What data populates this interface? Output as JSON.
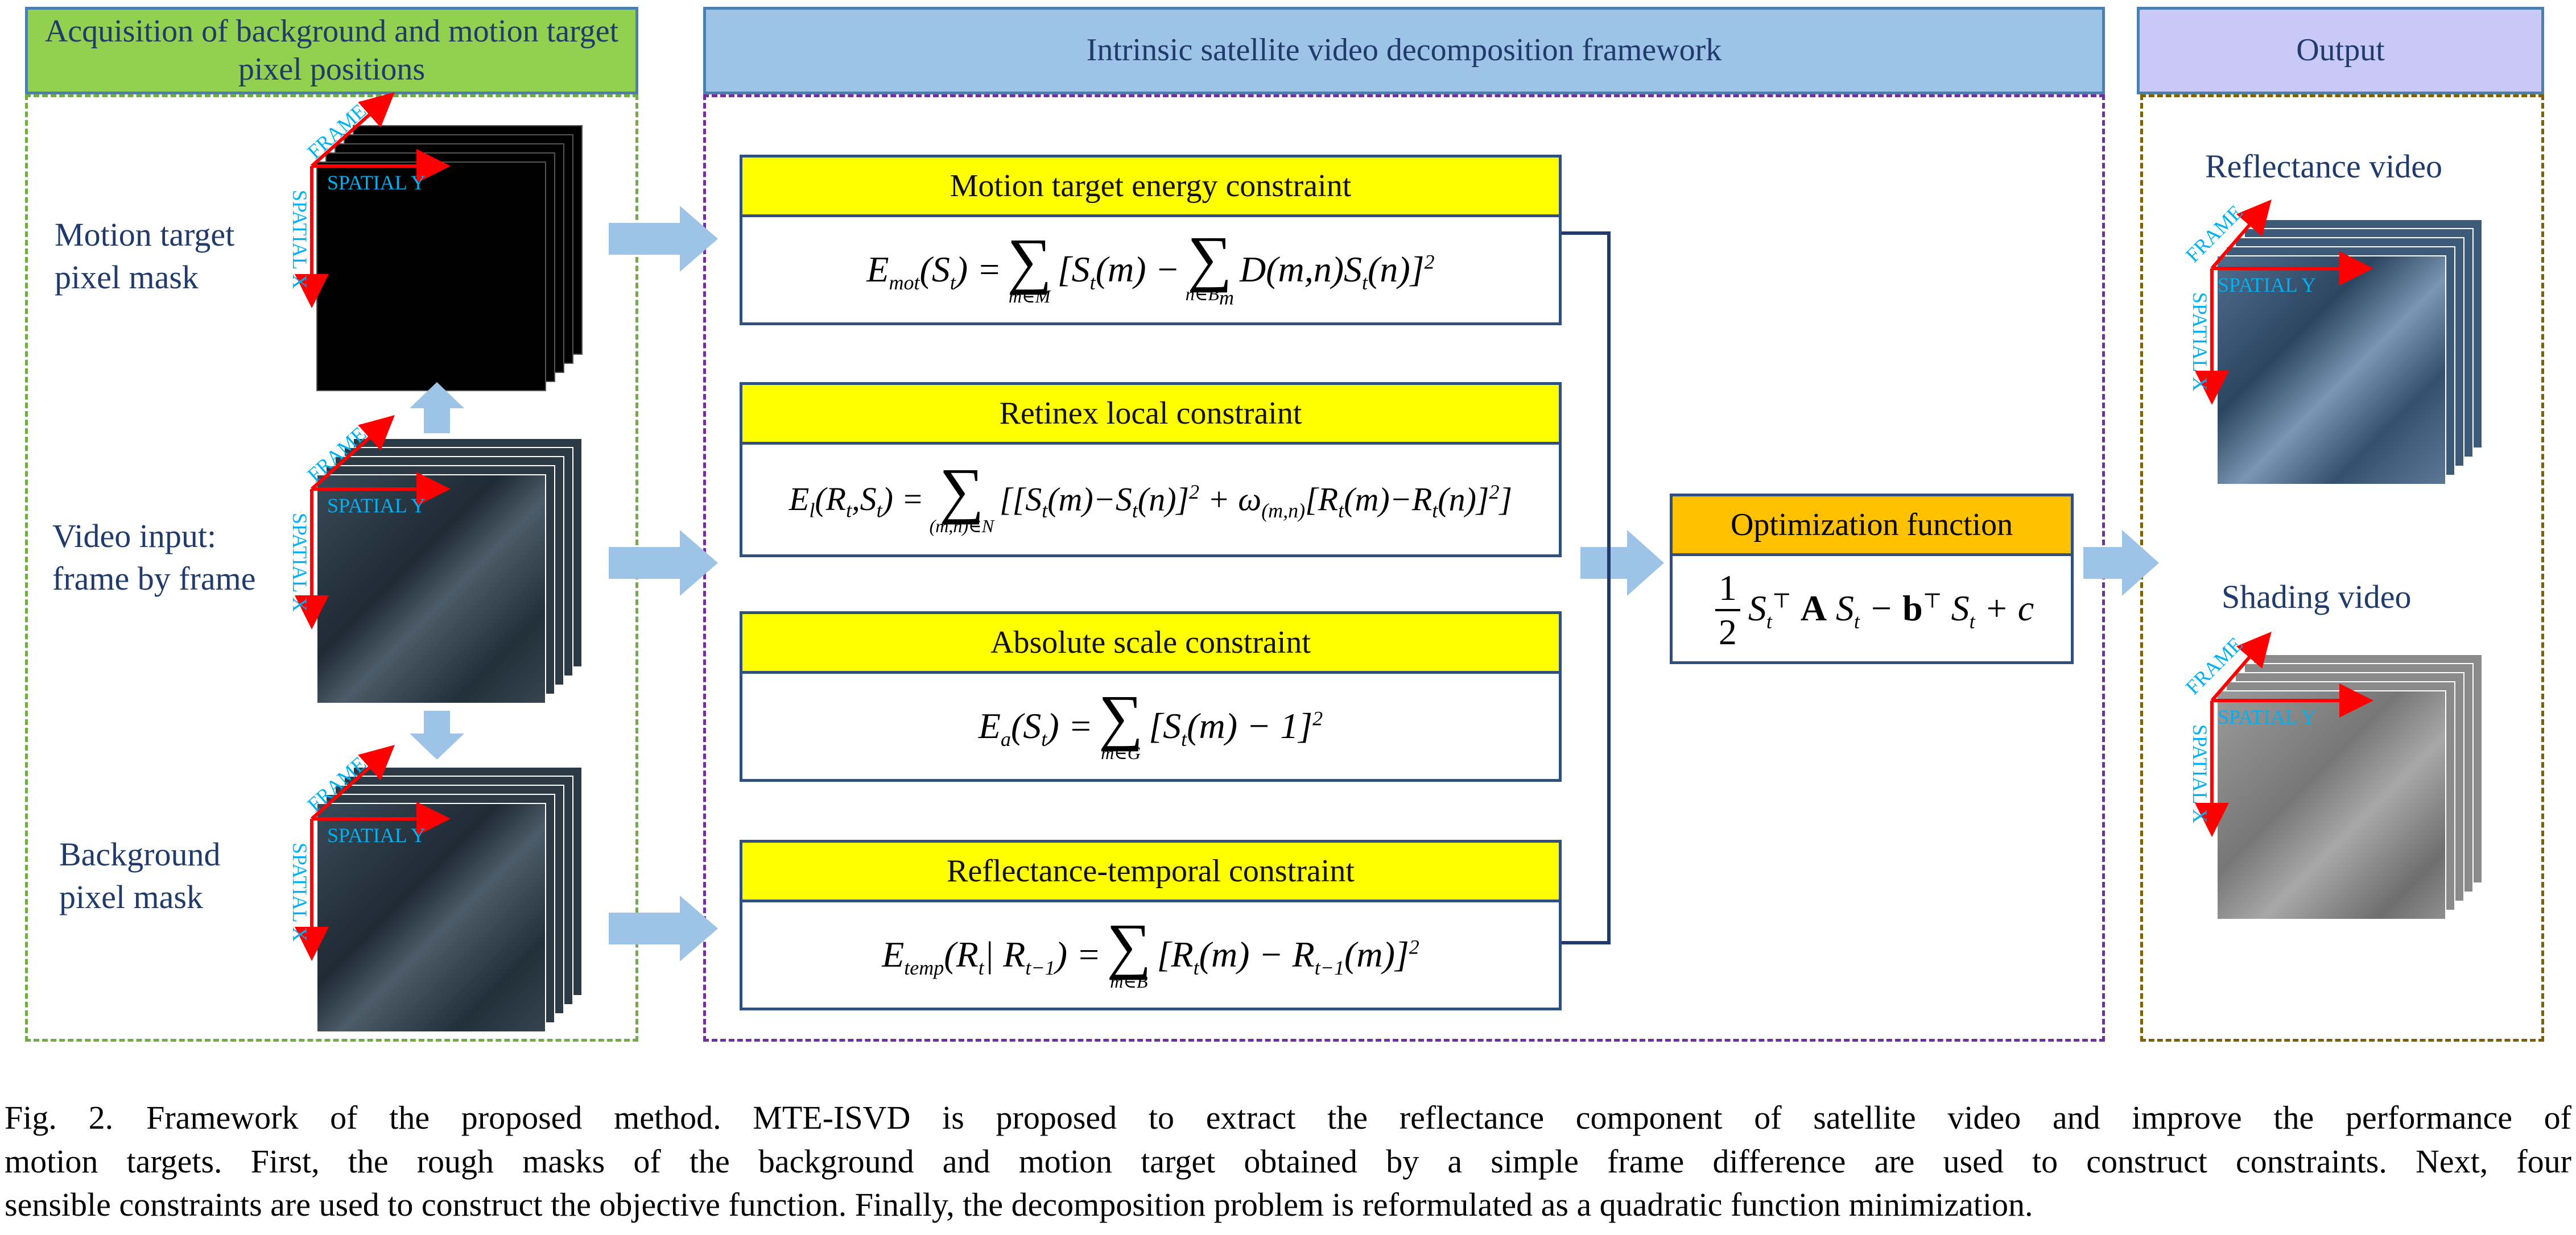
{
  "panels": {
    "left_title": "Acquisition of background and motion target pixel positions",
    "center_title": "Intrinsic satellite video decomposition framework",
    "right_title": "Output"
  },
  "inputs": {
    "motion_mask_label_1": "Motion target",
    "motion_mask_label_2": "pixel mask",
    "video_label_1": "Video input:",
    "video_label_2": "frame by frame",
    "background_label_1": "Background",
    "background_label_2": "pixel mask"
  },
  "axes": {
    "frame": "FRAME",
    "spatial_y": "SPATIAL Y",
    "spatial_x": "SPATIAL X"
  },
  "constraints": [
    {
      "title": "Motion target energy constraint"
    },
    {
      "title": "Retinex local constraint"
    },
    {
      "title": "Absolute scale constraint"
    },
    {
      "title": "Reflectance-temporal constraint"
    }
  ],
  "optimization": {
    "title": "Optimization function"
  },
  "outputs": {
    "reflectance_label": "Reflectance video",
    "shading_label": "Shading video"
  },
  "caption": {
    "line1": "Fig. 2. Framework of the proposed method. MTE-ISVD is proposed to extract the reflectance component of satellite video and improve the performance of",
    "line2": "motion targets. First, the rough masks of the background and motion target obtained by a simple frame difference are used to construct constraints. Next, four",
    "line3": "sensible constraints are used to construct the objective function. Finally, the decomposition problem is reformulated as a quadratic function minimization."
  },
  "colors": {
    "green_header": "#92d050",
    "blue_header": "#9dc3e6",
    "violet_header": "#c8c9f7",
    "yellow_title": "#ffff00",
    "orange_title": "#ffc000",
    "arrow": "#9dc3e6",
    "axis_red": "#ff0000",
    "axis_text": "#00b0f0"
  }
}
